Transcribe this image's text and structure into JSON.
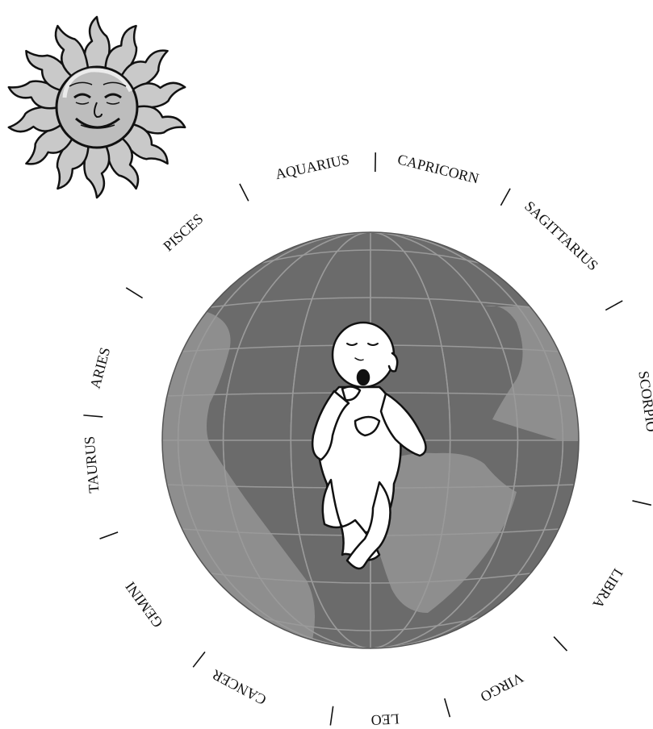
{
  "diagram": {
    "signs": [
      {
        "id": "aquarius",
        "label": "AQUARIUS",
        "angle": -12
      },
      {
        "id": "capricorn",
        "label": "CAPRICORN",
        "angle": 14
      },
      {
        "id": "sagittarius",
        "label": "SAGITTARIUS",
        "angle": 43
      },
      {
        "id": "scorpio",
        "label": "SCORPIO",
        "angle": 82
      },
      {
        "id": "libra",
        "label": "LIBRA",
        "angle": 122
      },
      {
        "id": "virgo",
        "label": "VIRGO",
        "angle": 152
      },
      {
        "id": "leo",
        "label": "LEO",
        "angle": 177
      },
      {
        "id": "cancer",
        "label": "CANCER",
        "angle": 208
      },
      {
        "id": "gemini",
        "label": "GEMINI",
        "angle": 234
      },
      {
        "id": "taurus",
        "label": "TAURUS",
        "angle": 265
      },
      {
        "id": "aries",
        "label": "ARIES",
        "angle": 285
      },
      {
        "id": "pisces",
        "label": "PISCES",
        "angle": 318
      }
    ],
    "divider_angles": [
      1,
      29,
      61,
      103,
      137,
      164,
      188,
      218,
      250,
      275,
      302,
      333
    ],
    "colors": {
      "globe_dark": "#6b6b6b",
      "globe_land": "#8e8e8e",
      "grid": "#9a9a9a",
      "ink": "#111111",
      "sun_fill": "#c9c9c9",
      "skin": "#ffffff"
    },
    "icons": {
      "sun": "smiling-sun-icon",
      "baby": "newborn-baby-icon",
      "globe": "earth-globe-icon"
    }
  }
}
